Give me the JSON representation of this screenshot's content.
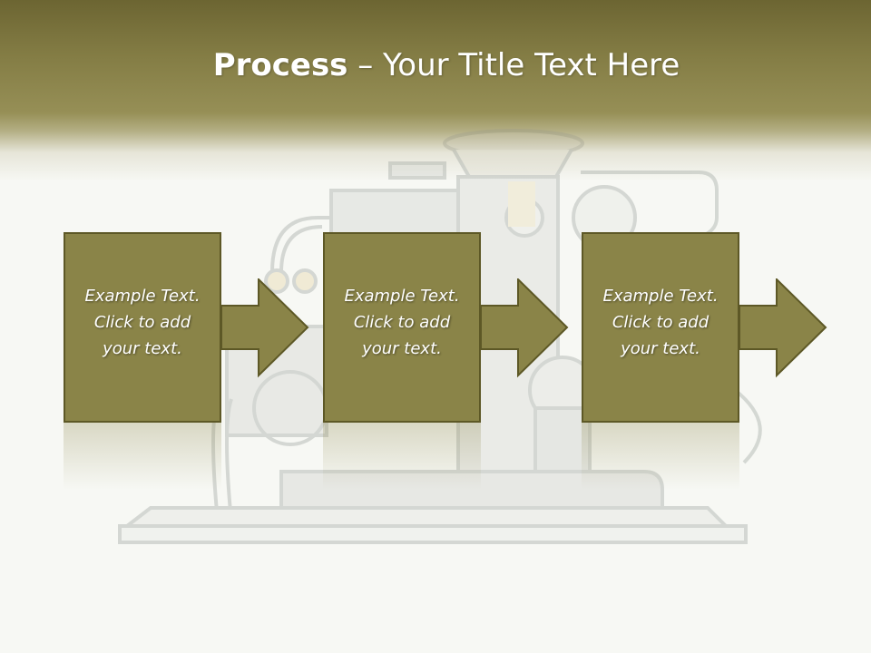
{
  "slide": {
    "title_bold": "Process",
    "title_rest": " – Your Title Text Here"
  },
  "steps": [
    {
      "text": "Example Text.\nClick  to add\nyour text."
    },
    {
      "text": "Example Text.\nClick  to add\nyour text."
    },
    {
      "text": "Example Text.\nClick  to add\nyour text."
    }
  ],
  "colors": {
    "header": "#837c44",
    "box_fill": "#8a8448",
    "box_border": "#5d5826",
    "background": "#f7f8f4"
  },
  "icons": [
    "right-arrow-icon",
    "engine-illustration"
  ]
}
